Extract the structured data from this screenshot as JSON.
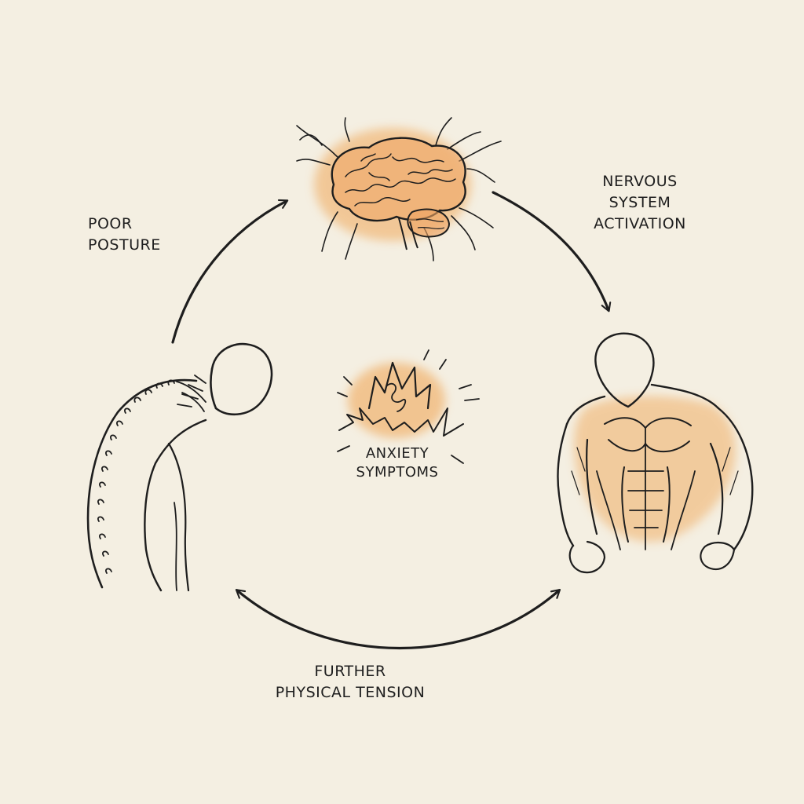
{
  "labels": {
    "poor_posture": [
      "POOR",
      "POSTURE"
    ],
    "nervous_system_activation": [
      "NERVOUS",
      "SYSTEM",
      "ACTIVATION"
    ],
    "anxiety_symptoms": [
      "ANXIETY",
      "SYMPTOMS"
    ],
    "further_physical_tension": [
      "FURTHER",
      "PHYSICAL TENSION"
    ]
  },
  "colors": {
    "background": "#f4efe2",
    "ink": "#1e1e1e",
    "watercolor": "#f0a85a"
  },
  "icons": [
    "brain-icon",
    "flexed-torso-icon",
    "slouched-spine-figure-icon",
    "anxiety-burst-icon"
  ]
}
